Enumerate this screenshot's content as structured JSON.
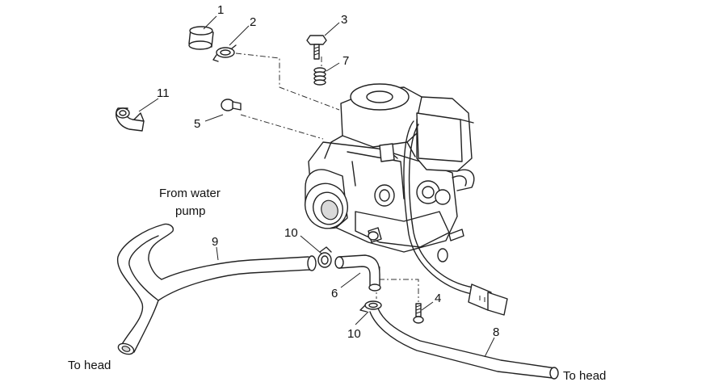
{
  "callouts": [
    {
      "id": "1",
      "label": "1"
    },
    {
      "id": "2",
      "label": "2"
    },
    {
      "id": "3",
      "label": "3"
    },
    {
      "id": "4",
      "label": "4"
    },
    {
      "id": "5",
      "label": "5"
    },
    {
      "id": "6",
      "label": "6"
    },
    {
      "id": "7",
      "label": "7"
    },
    {
      "id": "8",
      "label": "8"
    },
    {
      "id": "9",
      "label": "9"
    },
    {
      "id": "10a",
      "label": "10"
    },
    {
      "id": "10b",
      "label": "10"
    },
    {
      "id": "11",
      "label": "11"
    }
  ],
  "captions": {
    "from_water_pump_line1": "From water",
    "from_water_pump_line2": "pump",
    "to_head_left": "To head",
    "to_head_right": "To head"
  }
}
